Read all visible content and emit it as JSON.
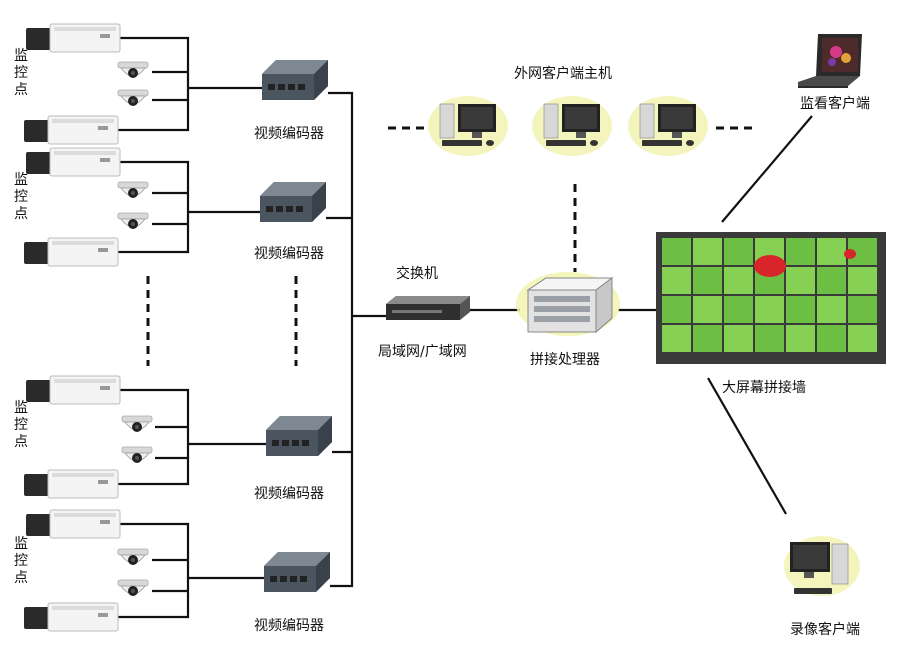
{
  "labels": {
    "monitor_point": "监\n控\n点",
    "encoder": "视频编码器",
    "switch": "交换机",
    "network": "局域网/广域网",
    "processor": "拼接处理器",
    "video_wall": "大屏幕拼接墙",
    "external_hosts": "外网客户端主机",
    "viewing_client": "监看客户端",
    "recording_client": "录像客户端"
  },
  "colors": {
    "line": "#111111",
    "encoder_body": "#4a5560",
    "wall_green": "#7bc94a",
    "wall_frame": "#3a3a3a",
    "highlight": "#f1f3b0"
  },
  "icons": {
    "box_camera": "box-camera-icon",
    "dome_camera": "dome-camera-icon",
    "encoder": "encoder-icon",
    "switch": "switch-icon",
    "processor": "processor-icon",
    "desktop_pc": "desktop-pc-icon",
    "laptop": "laptop-icon",
    "video_wall": "video-wall-icon"
  }
}
